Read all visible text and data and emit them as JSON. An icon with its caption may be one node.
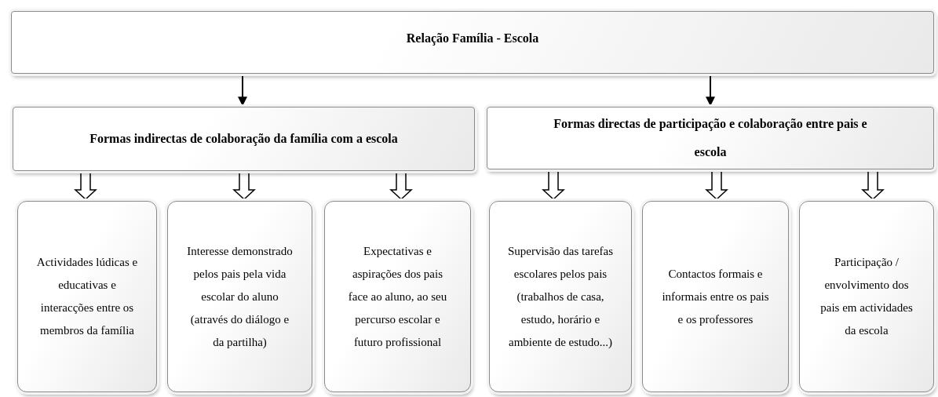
{
  "diagram": {
    "nodes": [
      {
        "text": [
          "Relação Família - Escola"
        ]
      },
      {
        "text": [
          "Formas indirectas de colaboração da família com a escola"
        ]
      },
      {
        "text": [
          "Formas directas de participação e colaboração entre pais e escola"
        ]
      },
      {
        "text": [
          "Actividades lúdicas e educativas e interacções entre os membros da família"
        ]
      },
      {
        "text": [
          "Interesse demonstrado pelos pais pela vida escolar do aluno (através do diálogo e da partilha)"
        ]
      },
      {
        "text": [
          "Expectativas e aspirações dos pais face ao aluno, ao seu percurso escolar e futuro profissional"
        ]
      },
      {
        "text": [
          "Supervisão das tarefas escolares pelos pais (trabalhos de casa, estudo, horário e ambiente de estudo...)"
        ]
      },
      {
        "text": [
          "Contactos formais e informais entre os pais e os professores"
        ]
      },
      {
        "text": [
          "Participação / envolvimento dos pais em actividades da escola"
        ]
      }
    ],
    "edges": [
      {
        "from": 0,
        "to": 1,
        "arrow": "to"
      },
      {
        "from": 0,
        "to": 2,
        "arrow": "to"
      },
      {
        "from": 1,
        "to": 3,
        "arrow": "to",
        "style": "thick"
      },
      {
        "from": 1,
        "to": 4,
        "arrow": "to",
        "style": "thick"
      },
      {
        "from": 1,
        "to": 5,
        "arrow": "to",
        "style": "thick"
      },
      {
        "from": 2,
        "to": 6,
        "arrow": "to",
        "style": "thick"
      },
      {
        "from": 2,
        "to": 7,
        "arrow": "to",
        "style": "thick"
      },
      {
        "from": 2,
        "to": 8,
        "arrow": "to",
        "style": "thick"
      }
    ]
  }
}
